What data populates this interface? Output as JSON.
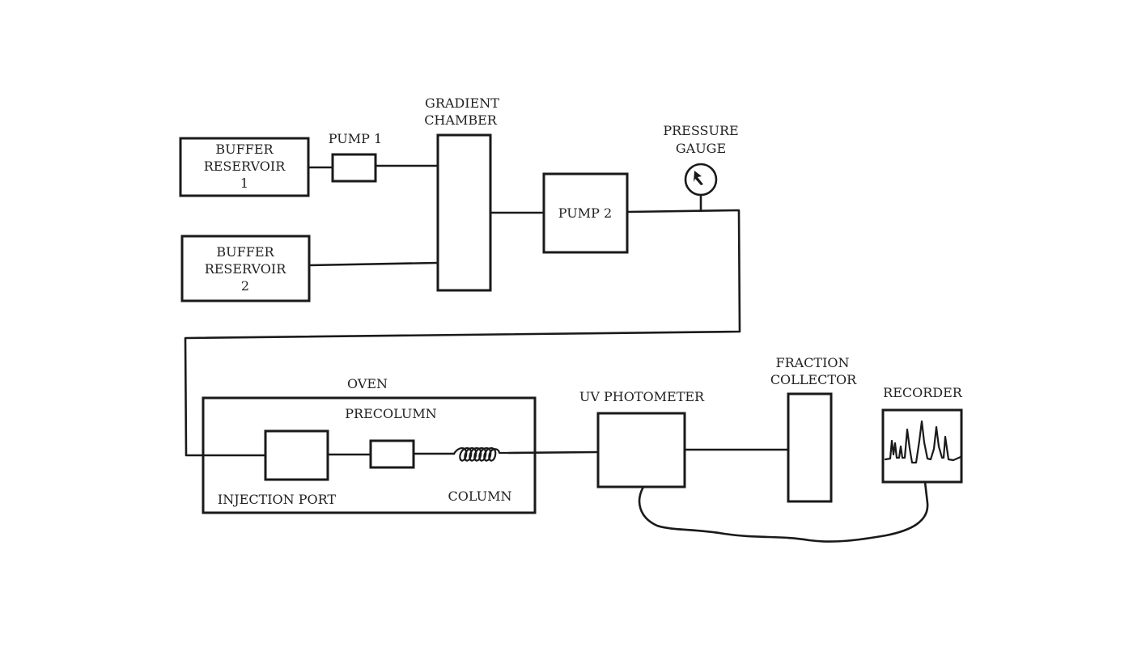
{
  "labels": {
    "buffer_reservoir_1": [
      "BUFFER",
      "RESERVOIR",
      "1"
    ],
    "buffer_reservoir_2": [
      "BUFFER",
      "RESERVOIR",
      "2"
    ],
    "pump_1": "PUMP 1",
    "gradient_chamber": [
      "GRADIENT",
      "CHAMBER"
    ],
    "pump_2": "PUMP 2",
    "pressure_gauge": [
      "PRESSURE",
      "GAUGE"
    ],
    "oven": "OVEN",
    "precolumn": "PRECOLUMN",
    "injection_port": "INJECTION PORT",
    "column": "COLUMN",
    "uv_photometer": "UV PHOTOMETER",
    "fraction_collector": [
      "FRACTION",
      "COLLECTOR"
    ],
    "recorder": "RECORDER"
  },
  "colors": {
    "line": "#1a1a1a",
    "text": "#222222",
    "background": "#ffffff"
  }
}
